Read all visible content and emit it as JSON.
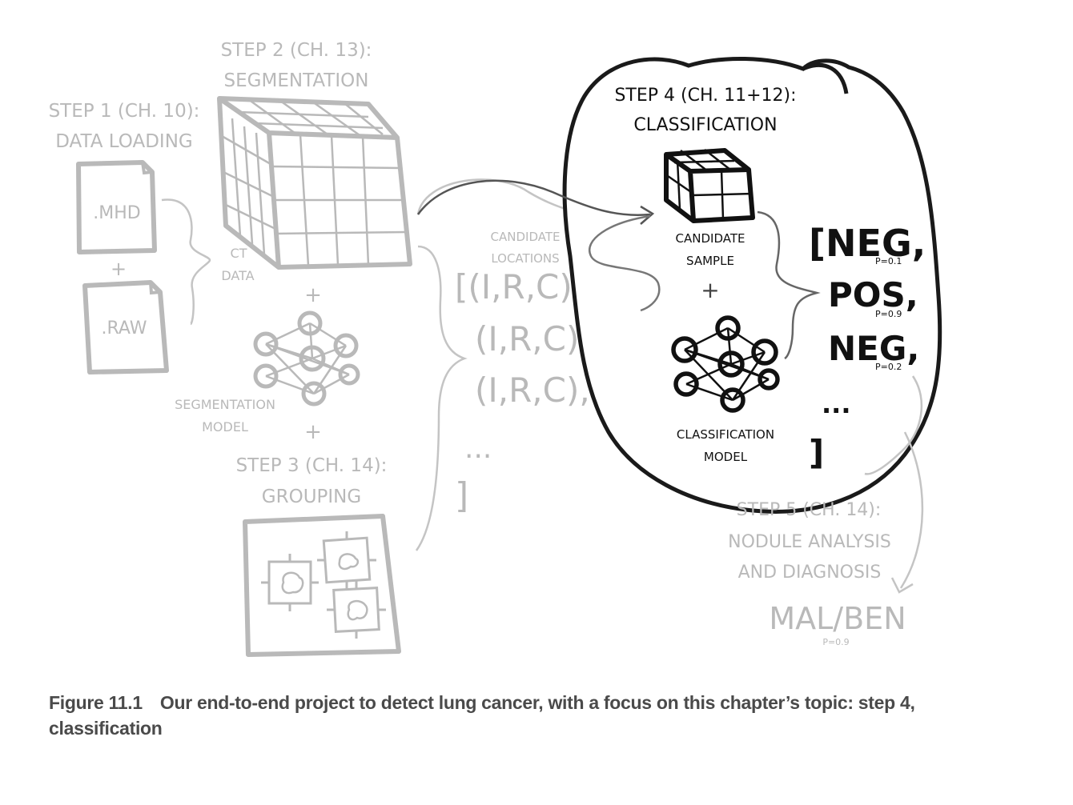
{
  "diagram": {
    "step1": {
      "title_line1": "STEP 1 (CH. 10):",
      "title_line2": "DATA LOADING",
      "file1": ".MHD",
      "plus": "+",
      "file2": ".RAW"
    },
    "step2": {
      "title_line1": "STEP 2 (CH. 13):",
      "title_line2": "SEGMENTATION",
      "ct_label_line1": "CT",
      "ct_label_line2": "DATA",
      "model_label_line1": "SEGMENTATION",
      "model_label_line2": "MODEL",
      "plus": "+"
    },
    "step3": {
      "title_line1": "STEP 3 (CH. 14):",
      "title_line2": "GROUPING"
    },
    "candidates": {
      "label_line1": "CANDIDATE",
      "label_line2": "LOCATIONS",
      "row1": "[(I,R,C),",
      "row2": "(I,R,C),",
      "row3": "(I,R,C),",
      "ellipsis": "...",
      "close": "]"
    },
    "step4": {
      "title_line1": "STEP 4 (CH. 11+12):",
      "title_line2": "CLASSIFICATION",
      "sample_label_line1": "CANDIDATE",
      "sample_label_line2": "SAMPLE",
      "plus": "+",
      "model_label_line1": "CLASSIFICATION",
      "model_label_line2": "MODEL",
      "out1": "[NEG,",
      "p1": "P=0.1",
      "out2": "POS,",
      "p2": "P=0.9",
      "out3": "NEG,",
      "p3": "P=0.2",
      "ellipsis": "...",
      "close": "]"
    },
    "step5": {
      "title_line1": "STEP 5 (CH. 14):",
      "title_line2": "NODULE ANALYSIS",
      "title_line3": "AND DIAGNOSIS",
      "result": "MAL/BEN",
      "p": "P=0.9"
    }
  },
  "caption": {
    "number": "Figure 11.1",
    "text": "Our end-to-end project to detect lung cancer, with a focus on this chapter’s topic: step 4, classification"
  },
  "colors": {
    "faded": "#b9b9b9",
    "focus": "#111111",
    "caption": "#4a4a4a",
    "connector": "#7a7a7a"
  }
}
